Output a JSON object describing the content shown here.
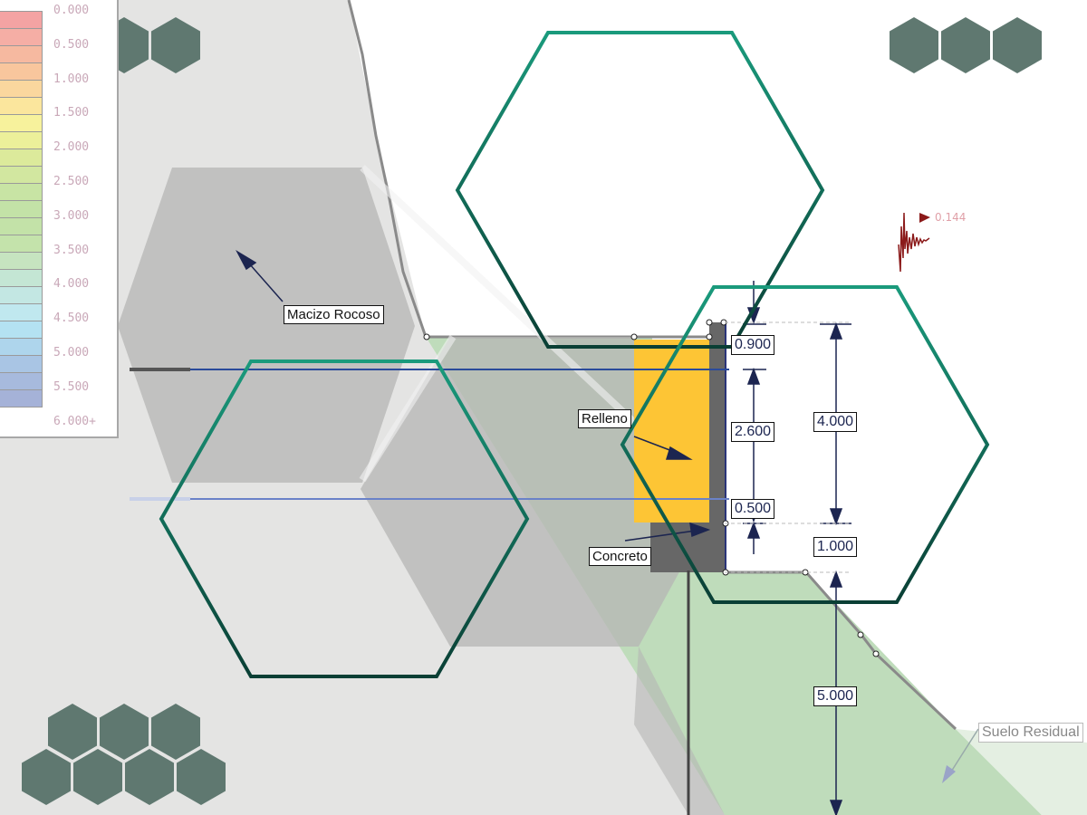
{
  "legend": {
    "labels": [
      "0.000",
      "0.500",
      "1.000",
      "1.500",
      "2.000",
      "2.500",
      "3.000",
      "3.500",
      "4.000",
      "4.500",
      "5.000",
      "5.500",
      "6.000+"
    ],
    "colors": [
      "#f4a3a3",
      "#f5aea5",
      "#f6b9a0",
      "#f8c69d",
      "#fad79e",
      "#fbe69d",
      "#f7f29c",
      "#ecf09a",
      "#dcea9b",
      "#d2e7a0",
      "#c8e4a4",
      "#c3e2a7",
      "#c3e2a8",
      "#c4e3ab",
      "#c6e4c0",
      "#c4e6d4",
      "#c3e7e3",
      "#c0e8ef",
      "#b4e2f2",
      "#aed5ec",
      "#a9c5e4",
      "#a7badd",
      "#a5b2d8"
    ]
  },
  "materials": {
    "rock_label": "Macizo Rocoso",
    "fill_label": "Relleno",
    "concrete_label": "Concreto",
    "residual_soil_label": "Suelo Residual",
    "rock_color": "#e4e4e3",
    "soil_color": "#bfdcbb",
    "fill_color": "#fdc535",
    "concrete_color": "#676767"
  },
  "dimensions": {
    "d1": "0.900",
    "d2": "2.600",
    "d3": "0.500",
    "d4": "4.000",
    "d5": "1.000",
    "d6": "5.000"
  },
  "seismic": {
    "coefficient": "0.144",
    "color": "#8b1a1a"
  },
  "overlay": {
    "hex_color": "#5f7870",
    "outline_top": "#1a9a7c",
    "outline_bottom": "#0a3f35"
  }
}
